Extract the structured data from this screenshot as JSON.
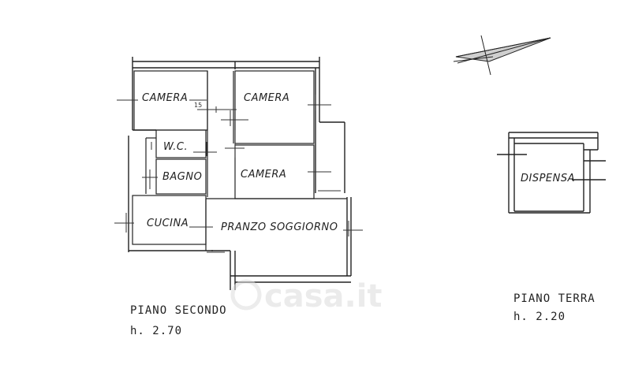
{
  "rooms": {
    "camera_1": "CAMERA",
    "camera_2": "CAMERA",
    "camera_3": "CAMERA",
    "wc": "W.C.",
    "bagno": "BAGNO",
    "cucina": "CUCINA",
    "pranzo_soggiorno": "PRANZO SOGGIORNO",
    "dispensa": "DISPENSA"
  },
  "annotation_mark": "15",
  "floors": {
    "second": {
      "name": "PIANO  SECONDO",
      "height": "h. 2.70"
    },
    "ground": {
      "name": "PIANO TERRA",
      "height": "h. 2.20"
    }
  },
  "watermark": "casa.it",
  "colors": {
    "ink": "#1e1e1e",
    "watermark": "#dcdcdc"
  }
}
